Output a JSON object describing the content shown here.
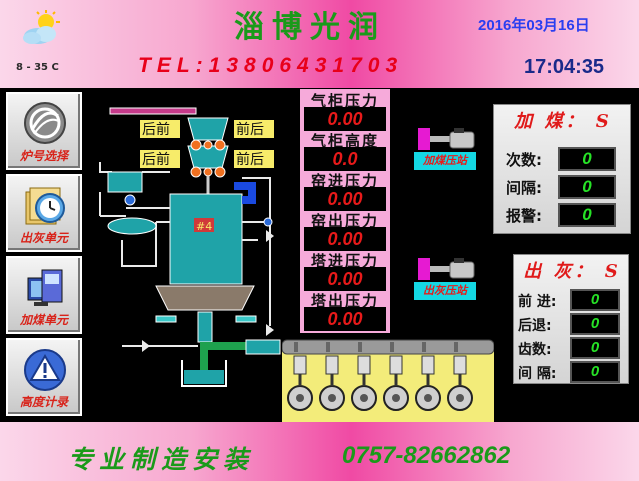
{
  "header": {
    "title": "淄博光润",
    "telephone": "TEL:13806431703",
    "date": "2016年03月16日",
    "time": "17:04:35",
    "weather_icon": "sun-cloud-icon",
    "temperature": "8 - 35 C"
  },
  "nav": {
    "items": [
      {
        "label": "炉号选择",
        "icon": "furnace-select-icon"
      },
      {
        "label": "出灰单元",
        "icon": "clock-folder-icon"
      },
      {
        "label": "加煤单元",
        "icon": "monitor-icon"
      },
      {
        "label": "高度计录",
        "icon": "warning-triangle-icon"
      }
    ]
  },
  "process": {
    "label_back_front_1": "后前",
    "label_front_back_1": "前后",
    "label_back_front_2": "后前",
    "label_front_back_2": "前后",
    "furnace_number": "#4"
  },
  "data": {
    "gas_pressure_label": "气柜压力",
    "gas_pressure": "0.00",
    "gas_height_label": "气柜高度",
    "gas_height": "0.0",
    "kiln_in_pressure_label": "窑进压力",
    "kiln_in_pressure": "0.00",
    "kiln_out_pressure_label": "窑出压力",
    "kiln_out_pressure": "0.00",
    "tower_in_pressure_label": "塔进压力",
    "tower_in_pressure": "0.00",
    "tower_out_pressure_label": "塔出压力",
    "tower_out_pressure": "0.00"
  },
  "stations": {
    "coal_label": "加煤压站",
    "ash_label": "出灰压站"
  },
  "coal": {
    "title": "加 煤： S",
    "count_label": "次数:",
    "count": "0",
    "interval_label": "间隔:",
    "interval": "0",
    "alarm_label": "报警:",
    "alarm": "0"
  },
  "ash": {
    "title": "出 灰： S",
    "forward_label": "前 进:",
    "forward": "0",
    "backward_label": "后退:",
    "backward": "0",
    "teeth_label": "齿数:",
    "teeth": "0",
    "interval_label": "间 隔:",
    "interval": "0"
  },
  "footer": {
    "slogan": "专业制造安装",
    "phone": "0757-82662862"
  },
  "colors": {
    "header_pink": "#f04aa4",
    "title_green": "#1a9a1a",
    "tel_red": "#e8001a",
    "date_blue": "#2a3ef0",
    "value_red": "#e81a1a",
    "value_green": "#26e226",
    "station_cyan": "#14d8e4",
    "machine_yellow": "#f3ec7a",
    "furnace_teal": "#1fa3a8"
  }
}
